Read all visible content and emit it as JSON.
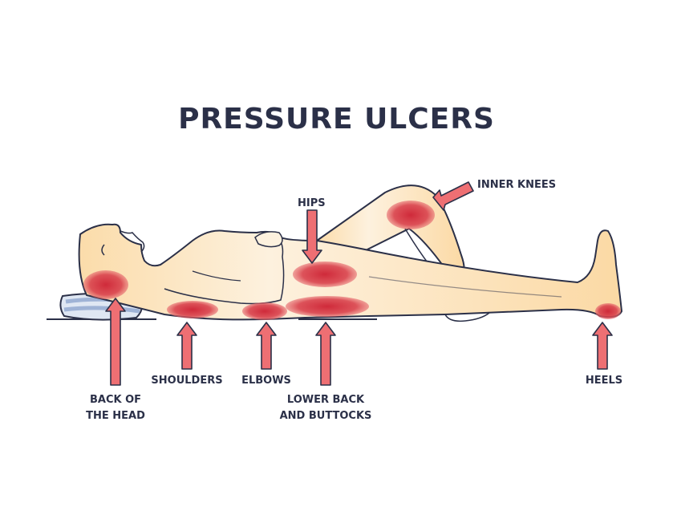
{
  "title": "PRESSURE ULCERS",
  "labels": {
    "inner_knees": "INNER KNEES",
    "hips": "HIPS",
    "back_of_head_line1": "BACK OF",
    "back_of_head_line2": "THE HEAD",
    "shoulders": "SHOULDERS",
    "elbows": "ELBOWS",
    "lower_back_line1": "LOWER BACK",
    "lower_back_line2": "AND BUTTOCKS",
    "heels": "HEELS"
  },
  "colors": {
    "skin": "#fbdcaa",
    "skin_light": "#fdf0dc",
    "outline": "#2b3048",
    "pressure": "#d6303f",
    "arrow_fill": "#ee6f73",
    "pillow": "#b9c9e3"
  }
}
